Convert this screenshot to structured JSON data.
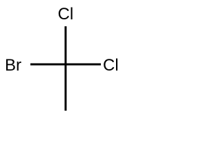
{
  "molecule": {
    "atoms": {
      "cl_top": "Cl",
      "br_left": "Br",
      "cl_right": "Cl"
    },
    "line_color": "#000000",
    "background": "#ffffff"
  }
}
